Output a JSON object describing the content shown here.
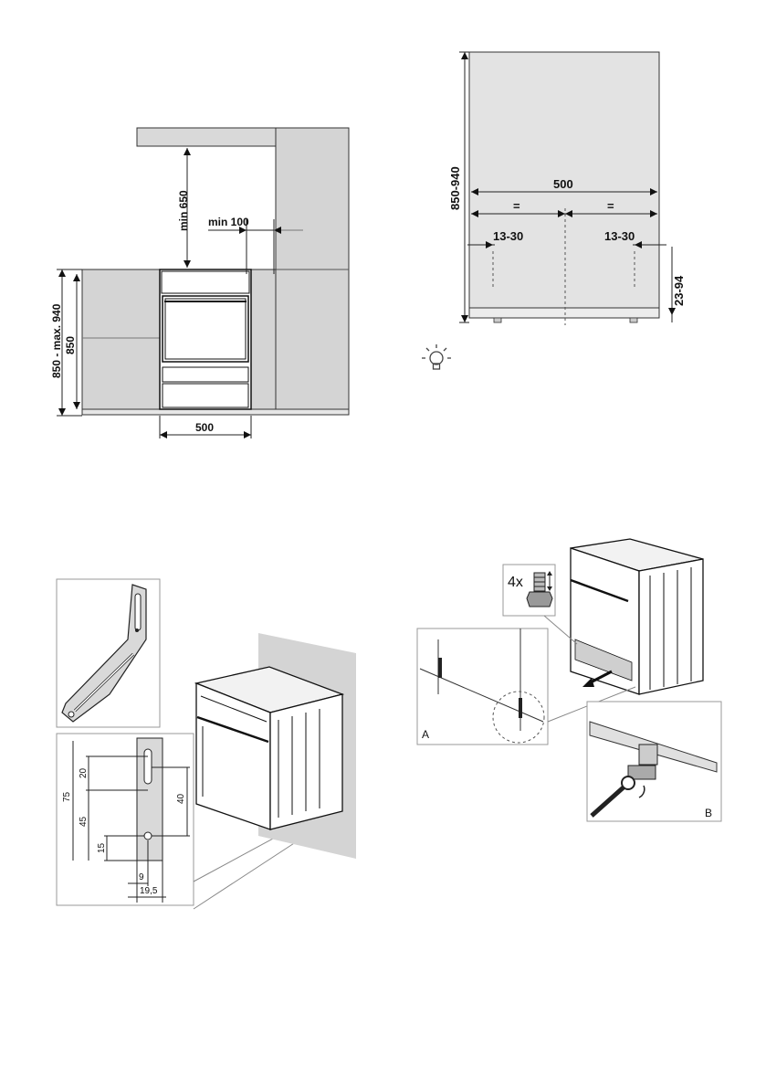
{
  "fig1": {
    "min_650": "min 650",
    "min_100": "min 100",
    "height_range": "850 - max. 940",
    "height_850": "850",
    "width_500": "500"
  },
  "fig2": {
    "height_range": "850-940",
    "width_500": "500",
    "equal_left": "=",
    "equal_right": "=",
    "offset_left": "13-30",
    "offset_right": "13-30",
    "foot_range": "23-94"
  },
  "fig3": {
    "dim_75": "75",
    "dim_20": "20",
    "dim_45": "45",
    "dim_15": "15",
    "dim_40": "40",
    "dim_9": "9",
    "dim_19_5": "19,5"
  },
  "fig4": {
    "feet_count": "4x",
    "label_a": "A",
    "label_b": "B"
  },
  "icons": [
    "lightbulb-icon",
    "adjustable-foot-icon",
    "wrench-icon",
    "arrow-icon"
  ]
}
